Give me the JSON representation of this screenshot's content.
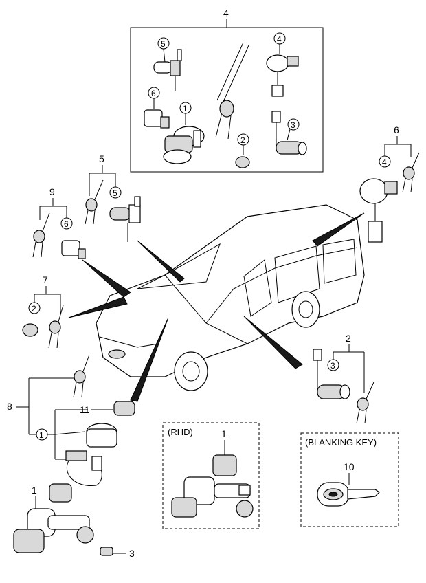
{
  "callouts": {
    "box_top": "4",
    "box_top_5": "5",
    "box_top_4": "4",
    "box_top_6": "6",
    "box_top_1": "1",
    "box_top_2": "2",
    "box_top_3": "3",
    "group_5": "5",
    "group_5_sub": "5",
    "group_9": "9",
    "group_9_sub": "6",
    "group_7": "7",
    "group_7_sub": "2",
    "group_6": "6",
    "group_6_sub": "4",
    "group_2": "2",
    "group_2_sub": "3",
    "group_8": "8",
    "group_11": "11",
    "group_8_sub": "1",
    "bottom_1": "1",
    "bottom_3": "3",
    "rhd_1": "1",
    "blank_10": "10"
  },
  "boxes": {
    "rhd_title": "(RHD)",
    "blanking_title": "(BLANKING KEY)"
  }
}
